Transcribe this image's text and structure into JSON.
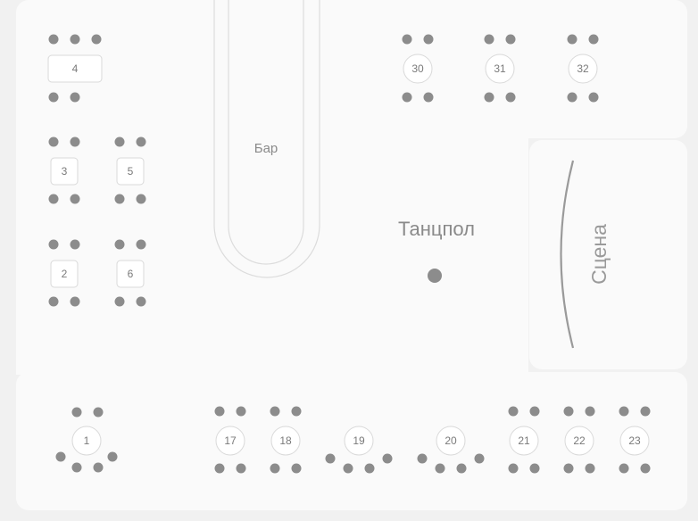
{
  "areas": {
    "bar_label": "Бар",
    "dance_floor_label": "Танцпол",
    "stage_label": "Сцена"
  },
  "tables": [
    {
      "id": "1",
      "label": "1"
    },
    {
      "id": "2",
      "label": "2"
    },
    {
      "id": "3",
      "label": "3"
    },
    {
      "id": "4",
      "label": "4"
    },
    {
      "id": "5",
      "label": "5"
    },
    {
      "id": "6",
      "label": "6"
    },
    {
      "id": "17",
      "label": "17"
    },
    {
      "id": "18",
      "label": "18"
    },
    {
      "id": "19",
      "label": "19"
    },
    {
      "id": "20",
      "label": "20"
    },
    {
      "id": "21",
      "label": "21"
    },
    {
      "id": "22",
      "label": "22"
    },
    {
      "id": "23",
      "label": "23"
    },
    {
      "id": "30",
      "label": "30"
    },
    {
      "id": "31",
      "label": "31"
    },
    {
      "id": "32",
      "label": "32"
    }
  ],
  "colors": {
    "seat": "#8c8c8c",
    "table_border": "#d9d9d9",
    "panel": "#fafafa",
    "background": "#f1f1f1"
  }
}
